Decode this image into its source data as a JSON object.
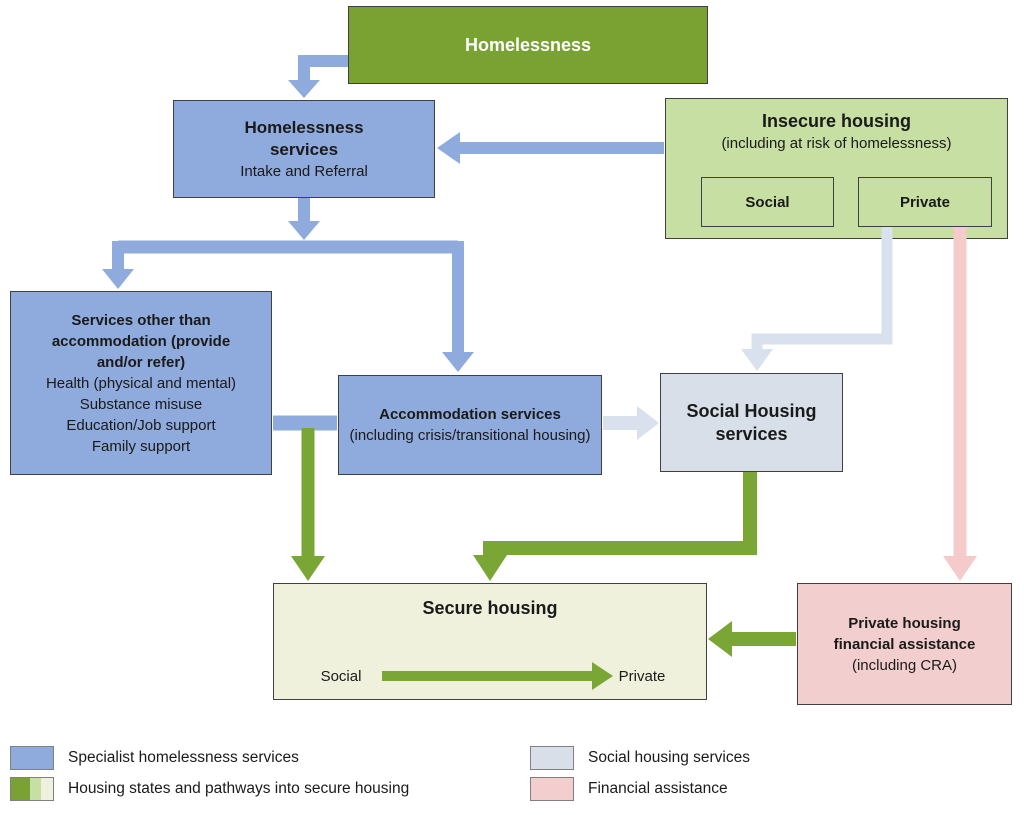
{
  "colors": {
    "dark_green": "#7aa233",
    "light_green": "#c8dfa3",
    "pale_green": "#eff1dc",
    "blue": "#8faadc",
    "pale_blue": "#d8dfe9",
    "pink": "#f2cfce",
    "arrow_blue": "#8faadc",
    "arrow_pale_blue": "#d9e1ef",
    "arrow_green": "#7aa636",
    "arrow_pink": "#f5caca",
    "border_dark": "#404040",
    "swatch_border": "#808080"
  },
  "nodes": {
    "homelessness": {
      "title": "Homelessness"
    },
    "homelessness_services": {
      "title": "Homelessness services",
      "subtitle": "Intake and Referral"
    },
    "insecure_housing": {
      "title": "Insecure housing",
      "subtitle": "(including at risk of homelessness)",
      "social_label": "Social",
      "private_label": "Private"
    },
    "services_other": {
      "title": "Services other than accommodation (provide and/or refer)",
      "items": [
        "Health (physical and mental)",
        "Substance misuse",
        "Education/Job support",
        "Family support"
      ]
    },
    "accommodation_services": {
      "title": "Accommodation services",
      "subtitle": "(including crisis/transitional housing)"
    },
    "social_housing_services": {
      "title": "Social Housing services"
    },
    "secure_housing": {
      "title": "Secure housing",
      "social_label": "Social",
      "private_label": "Private"
    },
    "private_financial": {
      "title": "Private housing financial assistance",
      "subtitle": "(including CRA)"
    }
  },
  "legend": [
    {
      "swatch": "blue",
      "label": "Specialist homelessness services"
    },
    {
      "swatch": "green-tricolor",
      "label": "Housing states and pathways into secure housing"
    },
    {
      "swatch": "pale-blue",
      "label": "Social housing services"
    },
    {
      "swatch": "pink",
      "label": "Financial assistance"
    }
  ]
}
